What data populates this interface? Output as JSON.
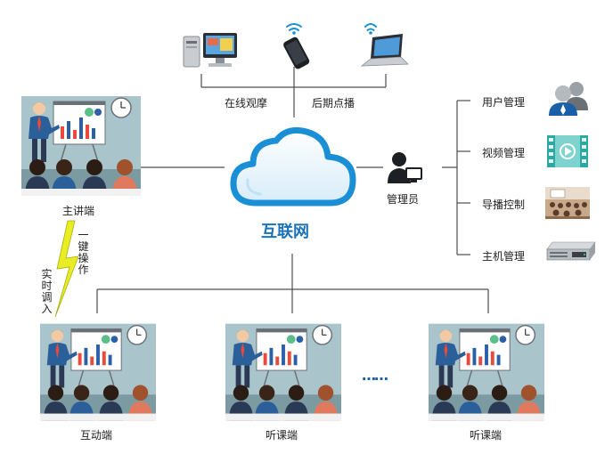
{
  "devices": {
    "label_online": "在线观摩",
    "label_vod": "后期点播"
  },
  "cloud": {
    "label": "互联网"
  },
  "admin": {
    "label": "管理员",
    "items": [
      {
        "label": "用户管理",
        "icon": "users-icon"
      },
      {
        "label": "视频管理",
        "icon": "film-icon"
      },
      {
        "label": "导播控制",
        "icon": "classroom-photo-icon"
      },
      {
        "label": "主机管理",
        "icon": "server-icon"
      }
    ]
  },
  "nodes": {
    "main": "主讲端",
    "interactive": "互动端",
    "listen1": "听课端",
    "listen2": "听课端",
    "ellipsis": "……"
  },
  "link": {
    "one_key": "一键操作",
    "realtime": "实时调入"
  },
  "colors": {
    "line": "#4d4d4d",
    "cloud_blue": "#1b8fd6",
    "cloud_text": "#1a73b8",
    "bolt": "#e8ee23"
  }
}
